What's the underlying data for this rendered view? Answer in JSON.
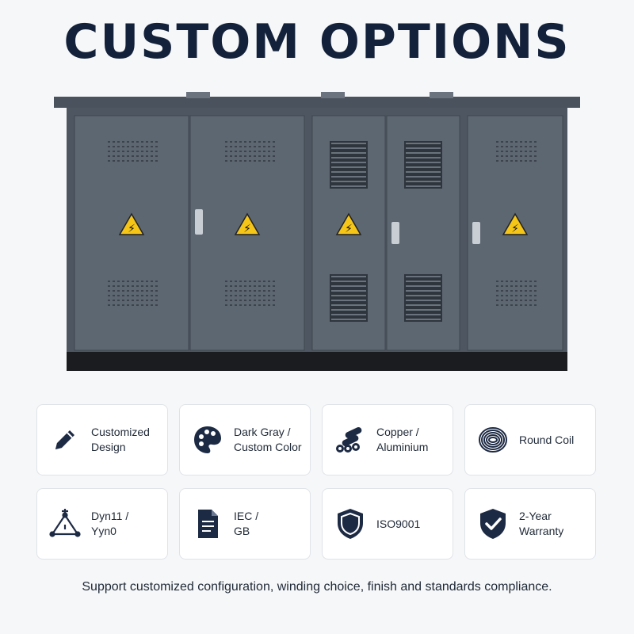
{
  "title": "CUSTOM OPTIONS",
  "hero": {
    "description": "gray box-type substation enclosure",
    "warning_symbol": "⚡"
  },
  "features": [
    {
      "icon": "pencil-icon",
      "label": "Customized\nDesign"
    },
    {
      "icon": "palette-icon",
      "label": "Dark Gray /\nCustom Color"
    },
    {
      "icon": "copper-rods-icon",
      "label": "Copper /\nAluminium"
    },
    {
      "icon": "coil-icon",
      "label": "Round Coil"
    },
    {
      "icon": "winding-triangle-icon",
      "label": "Dyn11 /\nYyn0"
    },
    {
      "icon": "document-icon",
      "label": "IEC /\nGB"
    },
    {
      "icon": "shield-icon",
      "label": "ISO9001"
    },
    {
      "icon": "shield-check-icon",
      "label": "2-Year\nWarranty"
    }
  ],
  "footer": "Support customized configuration, winding choice, finish and standards compliance.",
  "colors": {
    "icon": "#1d2a44",
    "cabinet": "#5b6470",
    "warning": "#f5c518"
  }
}
